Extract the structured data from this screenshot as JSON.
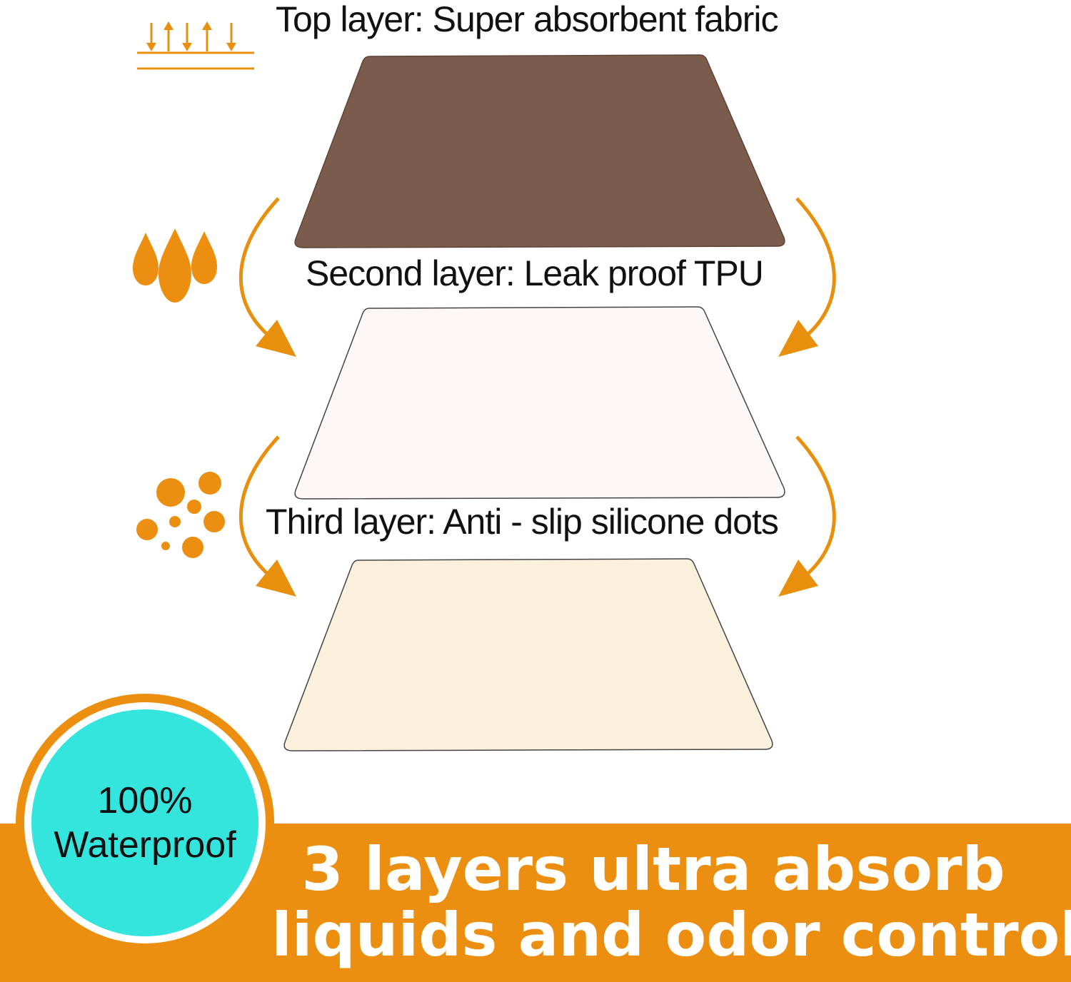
{
  "layers": [
    {
      "label": "Top layer: Super absorbent fabric",
      "color": "#7b5b4c"
    },
    {
      "label": "Second layer: Leak proof TPU",
      "color": "#fdf7f8"
    },
    {
      "label": "Third layer: Anti - slip silicone dots",
      "color": "#faf0dc"
    }
  ],
  "icons": [
    "absorb-arrows-icon",
    "water-drops-icon",
    "silicone-dots-icon"
  ],
  "badge": {
    "line1": "100%",
    "line2": "Waterproof"
  },
  "banner": {
    "line1": "3 layers ultra absorb",
    "line2": "liquids and odor control"
  },
  "colors": {
    "accent": "#ec8f10",
    "badge_fill": "#34e5dd",
    "text": "#111111"
  }
}
